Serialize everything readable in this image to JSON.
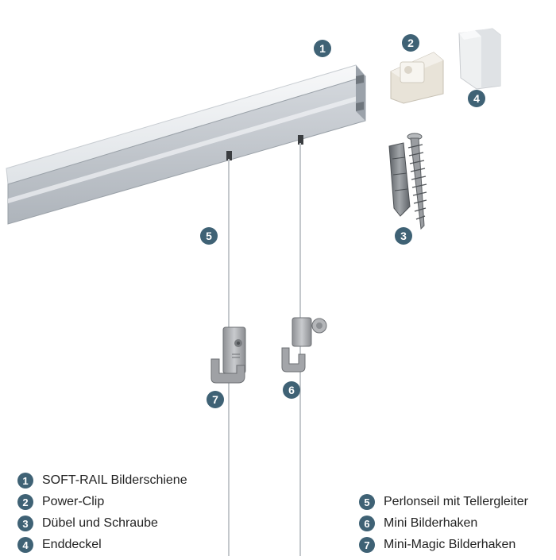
{
  "colors": {
    "badge": "#3f6275",
    "rail_light": "#e6e9ed",
    "rail_mid": "#b9bfc6",
    "rail_dark": "#8d949c",
    "wire": "#c8ccd0",
    "hook": "#a7a9ac",
    "clip": "#ebe6dc",
    "endcap": "#f1f3f4"
  },
  "icons": [
    "soft-rail",
    "power-clip",
    "dowel",
    "screw",
    "end-cap",
    "wire",
    "mini-magic-hook",
    "mini-hook"
  ],
  "callouts": [
    {
      "id": "callout-1",
      "number": "1"
    },
    {
      "id": "callout-2",
      "number": "2"
    },
    {
      "id": "callout-3",
      "number": "3"
    },
    {
      "id": "callout-4",
      "number": "4"
    },
    {
      "id": "callout-5",
      "number": "5"
    },
    {
      "id": "callout-6",
      "number": "6"
    },
    {
      "id": "callout-7",
      "number": "7"
    }
  ],
  "legend": {
    "left": [
      {
        "number": "1",
        "label": "SOFT-RAIL Bilderschiene"
      },
      {
        "number": "2",
        "label": "Power-Clip"
      },
      {
        "number": "3",
        "label": "Dübel und Schraube"
      },
      {
        "number": "4",
        "label": "Enddeckel"
      }
    ],
    "right": [
      {
        "number": "5",
        "label": "Perlonseil mit Tellergleiter"
      },
      {
        "number": "6",
        "label": "Mini Bilderhaken"
      },
      {
        "number": "7",
        "label": "Mini-Magic Bilderhaken"
      }
    ]
  }
}
